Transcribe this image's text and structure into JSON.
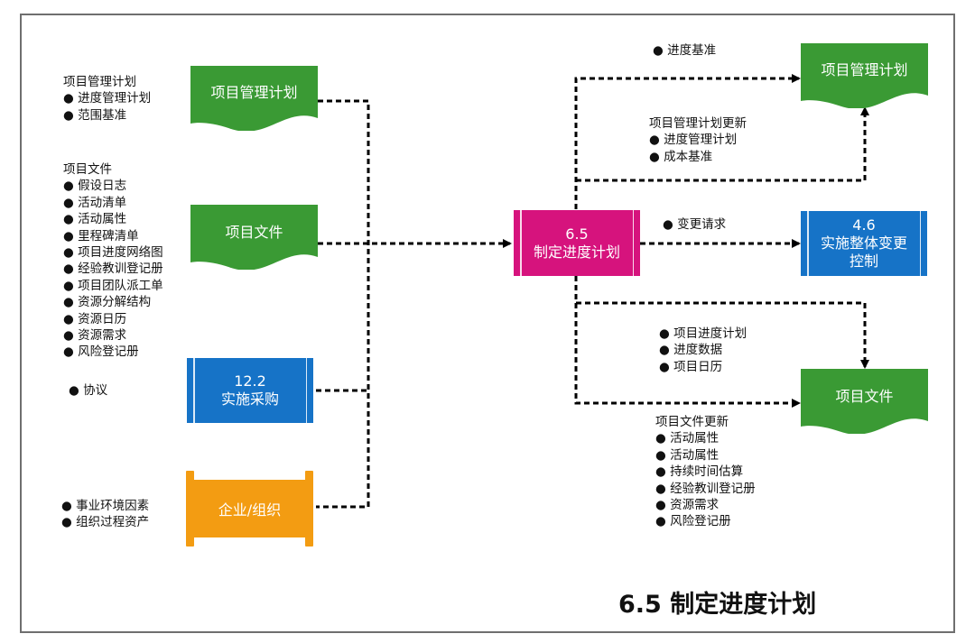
{
  "title": "6.5 制定进度计划",
  "inputs": {
    "pm_plan": {
      "label": "项目管理计划",
      "note_title": "项目管理计划",
      "notes": [
        "● 进度管理计划",
        "● 范围基准"
      ]
    },
    "project_docs": {
      "label": "项目文件",
      "note_title": "项目文件",
      "notes": [
        "● 假设日志",
        "● 活动清单",
        "● 活动属性",
        "● 里程碑清单",
        "● 项目进度网络图",
        "● 经验教训登记册",
        "● 项目团队派工单",
        "● 资源分解结构",
        "● 资源日历",
        "● 资源需求",
        "● 风险登记册"
      ]
    },
    "procurement": {
      "line1": "12.2",
      "line2": "实施采购",
      "notes": [
        "● 协议"
      ]
    },
    "enterprise": {
      "label": "企业/组织",
      "notes": [
        "● 事业环境因素",
        "● 组织过程资产"
      ]
    }
  },
  "process": {
    "line1": "6.5",
    "line2": "制定进度计划"
  },
  "outputs": {
    "pm_plan": {
      "label": "项目管理计划",
      "note_top": [
        "● 进度基准"
      ],
      "update_title": "项目管理计划更新",
      "updates": [
        "● 进度管理计划",
        "● 成本基准"
      ]
    },
    "change_control": {
      "line1": "4.6",
      "line2": "实施整体变更",
      "line3": "控制",
      "notes": [
        "● 变更请求"
      ]
    },
    "project_docs": {
      "label": "项目文件",
      "notes": [
        "● 项目进度计划",
        "● 进度数据",
        "● 项目日历"
      ],
      "update_title": "项目文件更新",
      "updates": [
        "● 活动属性",
        "● 活动属性",
        "● 持续时间估算",
        "● 经验教训登记册",
        "● 资源需求",
        "● 风险登记册"
      ]
    }
  },
  "colors": {
    "document_green": "#3a9a34",
    "process_magenta": "#d6137d",
    "external_blue": "#1673c7",
    "enterprise_orange": "#f39c12",
    "frame_gray": "#6f6f6f"
  }
}
